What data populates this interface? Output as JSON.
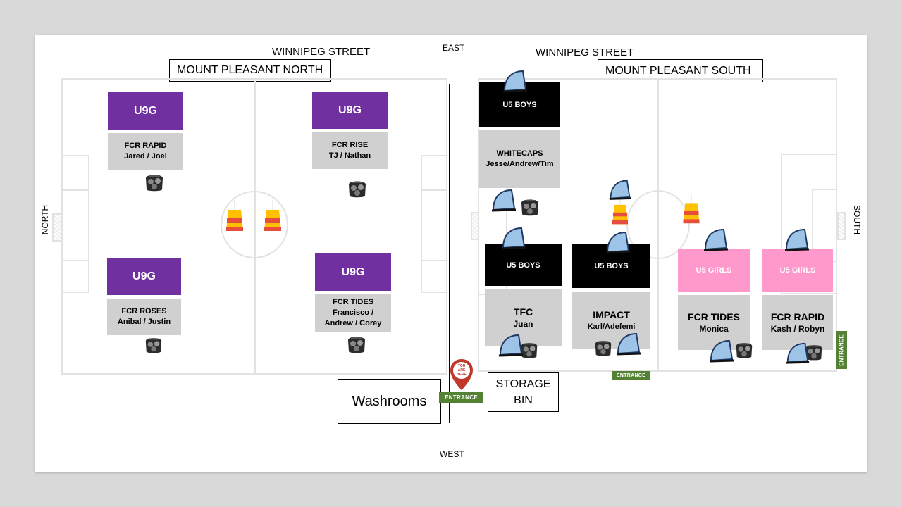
{
  "compass": {
    "east": "EAST",
    "west": "WEST",
    "north": "NORTH",
    "south": "SOUTH"
  },
  "streets": {
    "left": "WINNIPEG STREET",
    "right": "WINNIPEG STREET"
  },
  "fields": {
    "north": "MOUNT PLEASANT NORTH",
    "south": "MOUNT PLEASANT SOUTH"
  },
  "facilities": {
    "washrooms": "Washrooms",
    "storage_line1": "STORAGE",
    "storage_line2": "BIN",
    "you_are_here": [
      "YOU",
      "ARE",
      "HERE"
    ]
  },
  "entrance_label": "ENTRANCE",
  "north_teams": [
    {
      "division": "U9G",
      "team": "FCR RAPID",
      "coaches": "Jared / Joel"
    },
    {
      "division": "U9G",
      "team": "FCR RISE",
      "coaches": "TJ / Nathan"
    },
    {
      "division": "U9G",
      "team": "FCR ROSES",
      "coaches": "Anibal / Justin"
    },
    {
      "division": "U9G",
      "team": "FCR TIDES",
      "coaches_line1": "Francisco /",
      "coaches_line2": "Andrew / Corey"
    }
  ],
  "south_teams": [
    {
      "division": "U5 BOYS",
      "team": "WHITECAPS",
      "coaches": "Jesse/Andrew/Tim"
    },
    {
      "division": "U5 BOYS",
      "team": "TFC",
      "coaches": "Juan"
    },
    {
      "division": "U5 BOYS",
      "team": "IMPACT",
      "coaches": "Karl/Adefemi"
    },
    {
      "division": "U5 GIRLS",
      "team": "FCR TIDES",
      "coaches": "Monica"
    },
    {
      "division": "U5 GIRLS",
      "team": "FCR RAPID",
      "coaches": "Kash / Robyn"
    }
  ],
  "colors": {
    "u9g": "#7030a0",
    "u5_boys": "#000000",
    "u5_girls": "#ff99cc",
    "team_box": "#d0d0d0",
    "entrance": "#548235",
    "marker": "#c0392b",
    "net": "#9dc3e6",
    "cone": "#ffc000"
  },
  "icons": [
    "ball-bag-icon",
    "pop-up-goal-icon",
    "cone-icon",
    "location-pin-icon"
  ]
}
